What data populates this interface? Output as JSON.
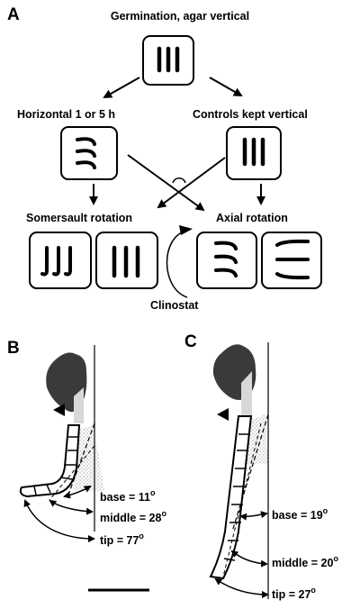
{
  "panel_a": {
    "letter": "A",
    "top_label": "Germination, agar vertical",
    "left_label": "Horizontal 1 or 5 h",
    "right_label": "Controls kept vertical",
    "bottom_left_label": "Somersault rotation",
    "bottom_right_label": "Axial rotation",
    "clinostat_label": "Clinostat"
  },
  "panel_b": {
    "letter": "B",
    "measurements": [
      {
        "label": "base = 11",
        "degree": "o"
      },
      {
        "label": "middle = 28",
        "degree": "o"
      },
      {
        "label": "tip = 77",
        "degree": "o"
      }
    ]
  },
  "panel_c": {
    "letter": "C",
    "measurements": [
      {
        "label": "base = 19",
        "degree": "o"
      },
      {
        "label": "middle = 20",
        "degree": "o"
      },
      {
        "label": "tip = 27",
        "degree": "o"
      }
    ]
  },
  "colors": {
    "ink": "#000000",
    "tissue": "#3a3a3a",
    "paper": "#ffffff"
  }
}
